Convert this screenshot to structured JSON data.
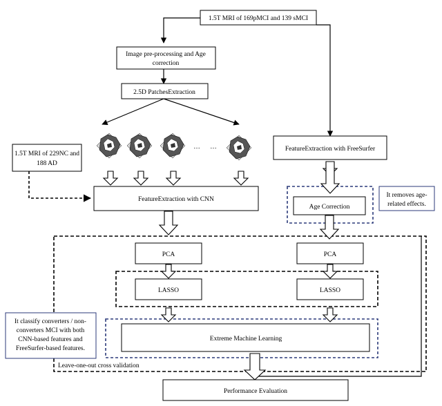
{
  "nodes": {
    "input_mci": "1.5T MRI of 169pMCI and 139 sMCI",
    "preprocess_l1": "Image pre-processing and Age",
    "preprocess_l2": "correction",
    "patches": "2.5D PatchesExtraction",
    "ellipsis_1": "…",
    "ellipsis_2": "…",
    "input_nc_l1": "1.5T MRI of 229NC and",
    "input_nc_l2": "188 AD",
    "cnn_features": "FeatureExtraction with CNN",
    "freesurfer": "FeatureExtraction with FreeSurfer",
    "age_correction": "Age Correction",
    "pca_left": "PCA",
    "pca_right": "PCA",
    "lasso_left": "LASSO",
    "lasso_right": "LASSO",
    "elm": "Extreme Machine Learning",
    "loocv": "Leave-one-out cross validation",
    "performance": "Performance Evaluation"
  },
  "notes": {
    "age_note_l1": "It removes age-",
    "age_note_l2": "related effects.",
    "classify_l1": "It classify converters / non-",
    "classify_l2": "converters MCI with both",
    "classify_l3": "CNN-based features and",
    "classify_l4": "FreeSurfer-based features."
  }
}
